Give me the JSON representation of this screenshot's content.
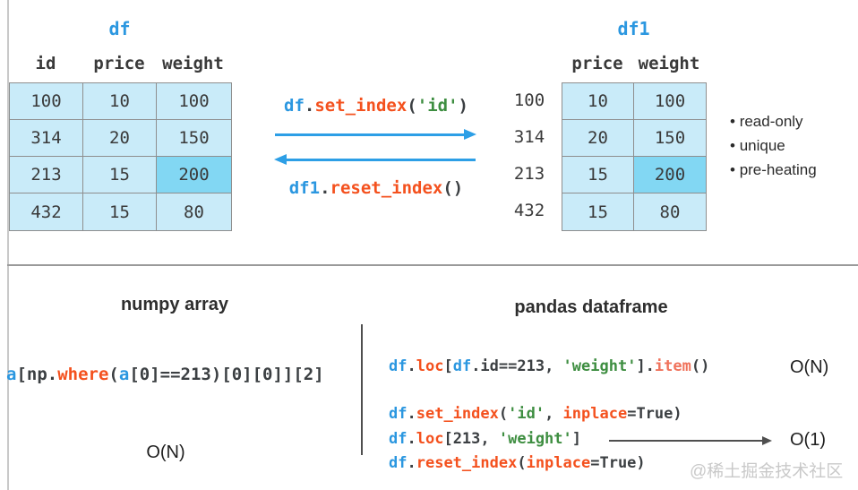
{
  "top": {
    "left_table": {
      "title": "df",
      "headers": [
        "id",
        "price",
        "weight"
      ],
      "rows": [
        [
          "100",
          "10",
          "100"
        ],
        [
          "314",
          "20",
          "150"
        ],
        [
          "213",
          "15",
          "200"
        ],
        [
          "432",
          "15",
          "80"
        ]
      ],
      "highlighted_cell": {
        "row": 2,
        "column": "weight",
        "value": "200"
      }
    },
    "right_table": {
      "title": "df1",
      "headers": [
        "price",
        "weight"
      ],
      "index": [
        "100",
        "314",
        "213",
        "432"
      ],
      "rows": [
        [
          "10",
          "100"
        ],
        [
          "20",
          "150"
        ],
        [
          "15",
          "200"
        ],
        [
          "15",
          "80"
        ]
      ],
      "highlighted_cell": {
        "row": 2,
        "column": "weight",
        "value": "200"
      }
    },
    "forward_code": [
      [
        "df",
        "b"
      ],
      [
        ".",
        "d"
      ],
      [
        "set_index",
        "o"
      ],
      [
        "(",
        "d"
      ],
      [
        "'id'",
        "g"
      ],
      [
        ")",
        "d"
      ]
    ],
    "backward_code": [
      [
        "df1",
        "b"
      ],
      [
        ".",
        "d"
      ],
      [
        "reset_index",
        "o"
      ],
      [
        "()",
        "d"
      ]
    ],
    "bullets": [
      "read-only",
      "unique",
      "pre-heating"
    ]
  },
  "bottom": {
    "numpy": {
      "heading": "numpy array",
      "code": [
        [
          "a",
          "b"
        ],
        [
          "[np.",
          "d"
        ],
        [
          "where",
          "o"
        ],
        [
          "(",
          "d"
        ],
        [
          "a",
          "b"
        ],
        [
          "[0]==213)[0][0]][2]",
          "d"
        ]
      ],
      "complexity": "O(N)"
    },
    "pandas": {
      "heading": "pandas dataframe",
      "line1": [
        [
          "df",
          "b"
        ],
        [
          ".",
          "d"
        ],
        [
          "loc",
          "o"
        ],
        [
          "[",
          "d"
        ],
        [
          "df",
          "b"
        ],
        [
          ".id==213, ",
          "d"
        ],
        [
          "'weight'",
          "g"
        ],
        [
          "].",
          "d"
        ],
        [
          "item",
          "s"
        ],
        [
          "()",
          "d"
        ]
      ],
      "line1_complexity": "O(N)",
      "line2": [
        [
          "df",
          "b"
        ],
        [
          ".",
          "d"
        ],
        [
          "set_index",
          "o"
        ],
        [
          "(",
          "d"
        ],
        [
          "'id'",
          "g"
        ],
        [
          ", ",
          "d"
        ],
        [
          "inplace",
          "o"
        ],
        [
          "=True)",
          "d"
        ]
      ],
      "line3": [
        [
          "df",
          "b"
        ],
        [
          ".",
          "d"
        ],
        [
          "loc",
          "o"
        ],
        [
          "[213, ",
          "d"
        ],
        [
          "'weight'",
          "g"
        ],
        [
          "]",
          "d"
        ]
      ],
      "line3_complexity": "O(1)",
      "line4": [
        [
          "df",
          "b"
        ],
        [
          ".",
          "d"
        ],
        [
          "reset_index",
          "o"
        ],
        [
          "(",
          "d"
        ],
        [
          "inplace",
          "o"
        ],
        [
          "=True)",
          "d"
        ]
      ]
    }
  },
  "watermark": "@稀土掘金技术社区",
  "colors": {
    "code_blue": "#2b97e0",
    "code_orange": "#f4511e",
    "code_green": "#3e8e41",
    "code_dark": "#3b3f42",
    "code_salmon": "#f0735c",
    "cell_bg": "#c9ebf9",
    "cell_highlight": "#82d7f3",
    "table_border": "#8e8e8e",
    "arrow_blue": "#2d9fe6",
    "watermark_gray": "#c9c9c9"
  }
}
